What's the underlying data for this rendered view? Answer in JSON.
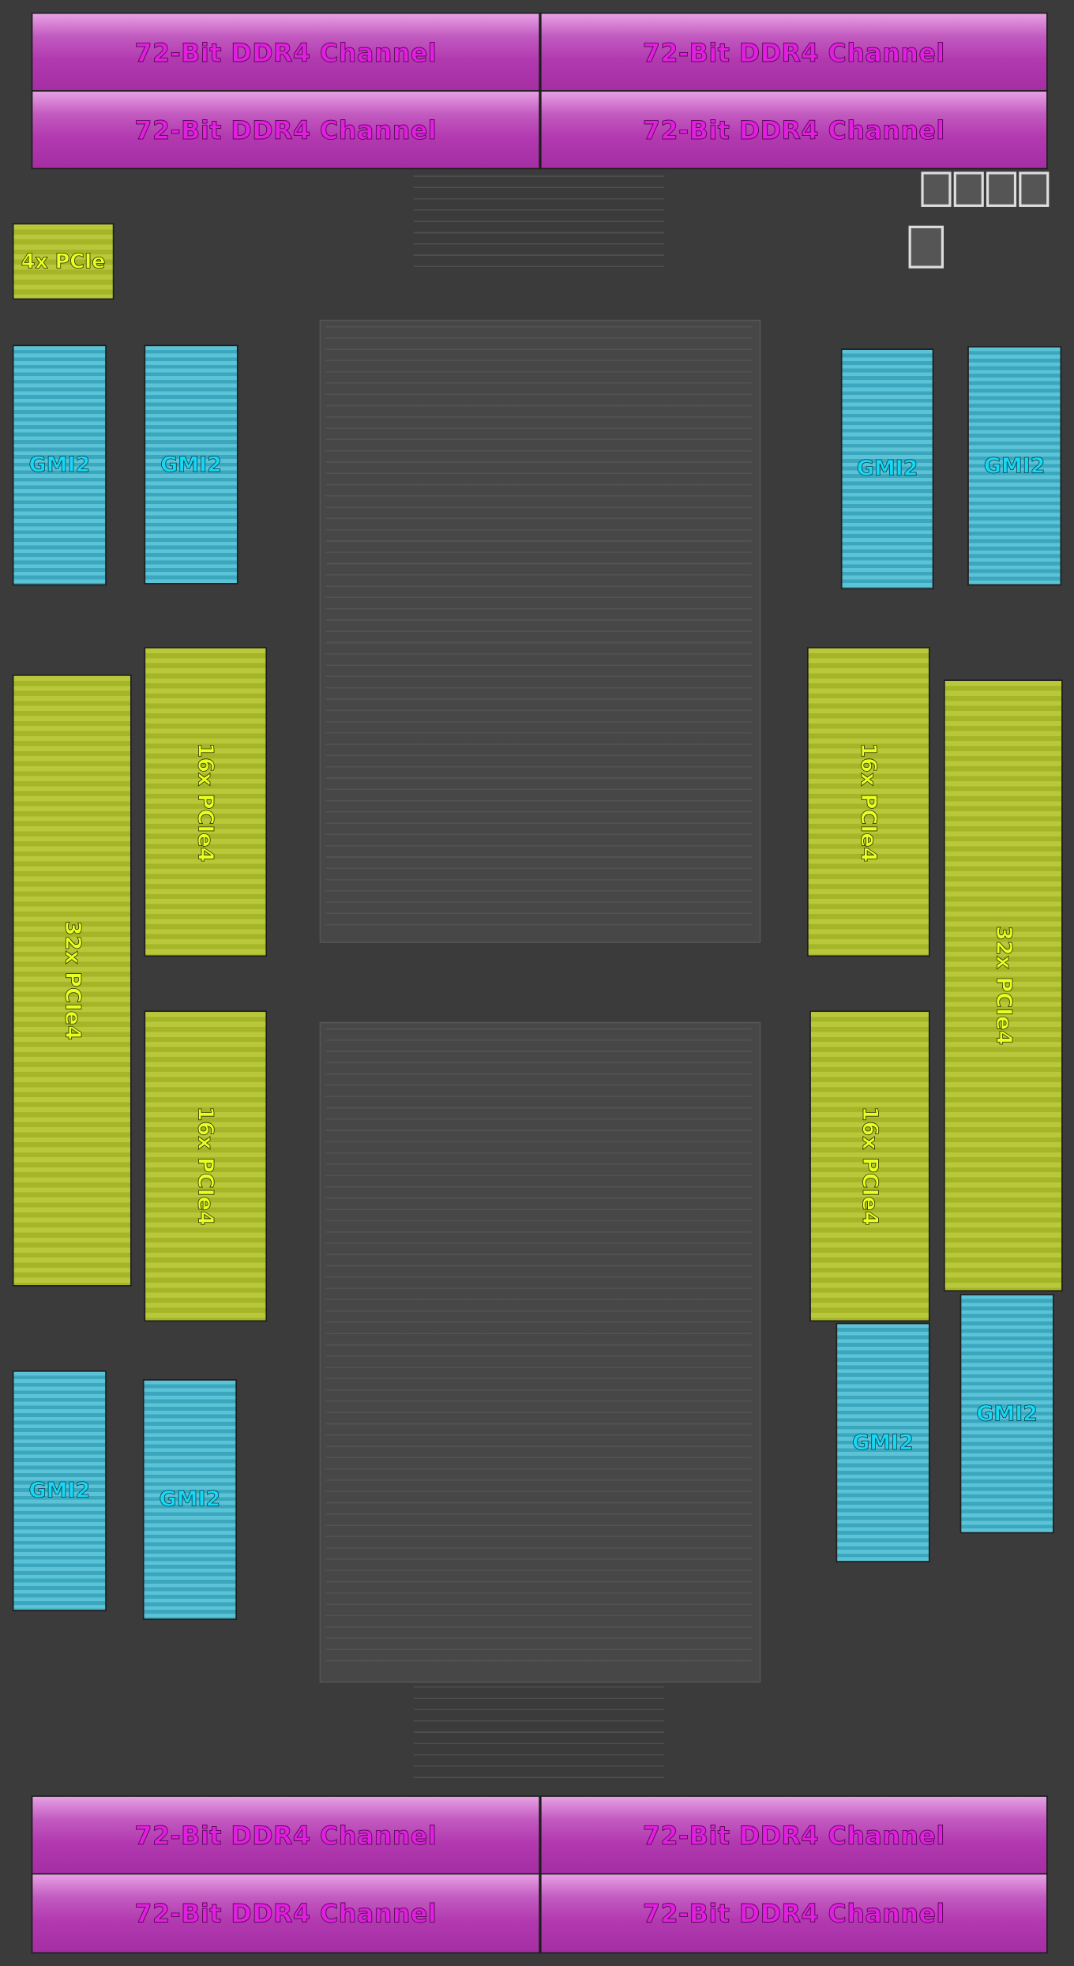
{
  "title": "Die shot block diagram",
  "colors": {
    "ddr": "#b239b0",
    "ddr_text": "#e21ee0",
    "gmi": "#3aa7bf",
    "gmi_text": "#16d8f5",
    "pcie": "#a4b528",
    "pcie_text": "#e8ff22",
    "die": "#3b3b3b"
  },
  "ddr_top": [
    "72-Bit DDR4 Channel",
    "72-Bit DDR4 Channel",
    "72-Bit DDR4 Channel",
    "72-Bit DDR4 Channel"
  ],
  "ddr_bottom": [
    "72-Bit DDR4 Channel",
    "72-Bit DDR4 Channel",
    "72-Bit DDR4 Channel",
    "72-Bit DDR4 Channel"
  ],
  "pcie_small": "4x PCIe",
  "gmi": [
    "GMI2",
    "GMI2",
    "GMI2",
    "GMI2",
    "GMI2",
    "GMI2",
    "GMI2",
    "GMI2"
  ],
  "pcie16": [
    "16x PCIe4",
    "16x PCIe4",
    "16x PCIe4",
    "16x PCIe4"
  ],
  "pcie32": [
    "32x PCIe4",
    "32x PCIe4"
  ]
}
